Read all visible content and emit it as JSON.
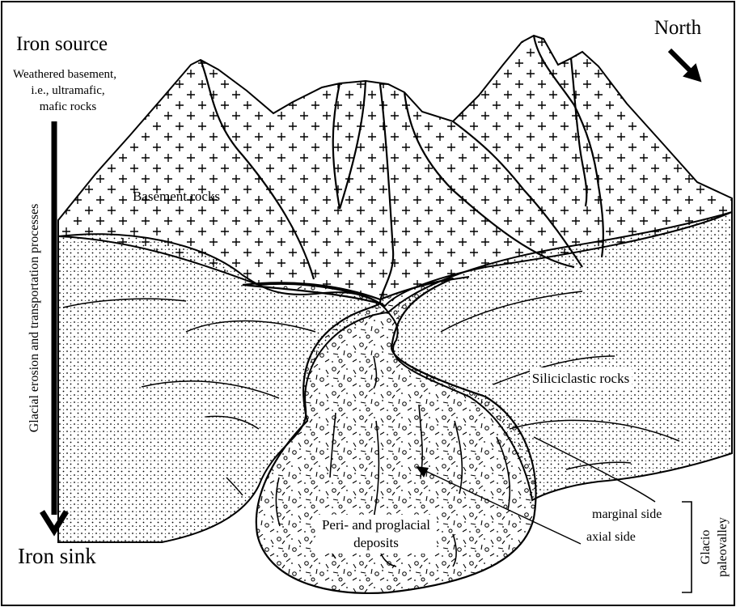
{
  "diagram": {
    "iron_source_title": "Iron source",
    "iron_source_desc_1": "Weathered basement,",
    "iron_source_desc_2": "i.e., ultramafic,",
    "iron_source_desc_3": "mafic rocks",
    "process_label": "Glacial erosion and transportation processes",
    "iron_sink_title": "Iron sink",
    "north_label": "North",
    "basement_label": "Basement rocks",
    "siliciclastic_label": "Siliciclastic rocks",
    "deposits_label_1": "Peri- and proglacial",
    "deposits_label_2": "deposits",
    "marginal_label": "marginal side",
    "axial_label": "axial side",
    "paleovalley_label_1": "Glacio",
    "paleovalley_label_2": "paleovalley"
  }
}
